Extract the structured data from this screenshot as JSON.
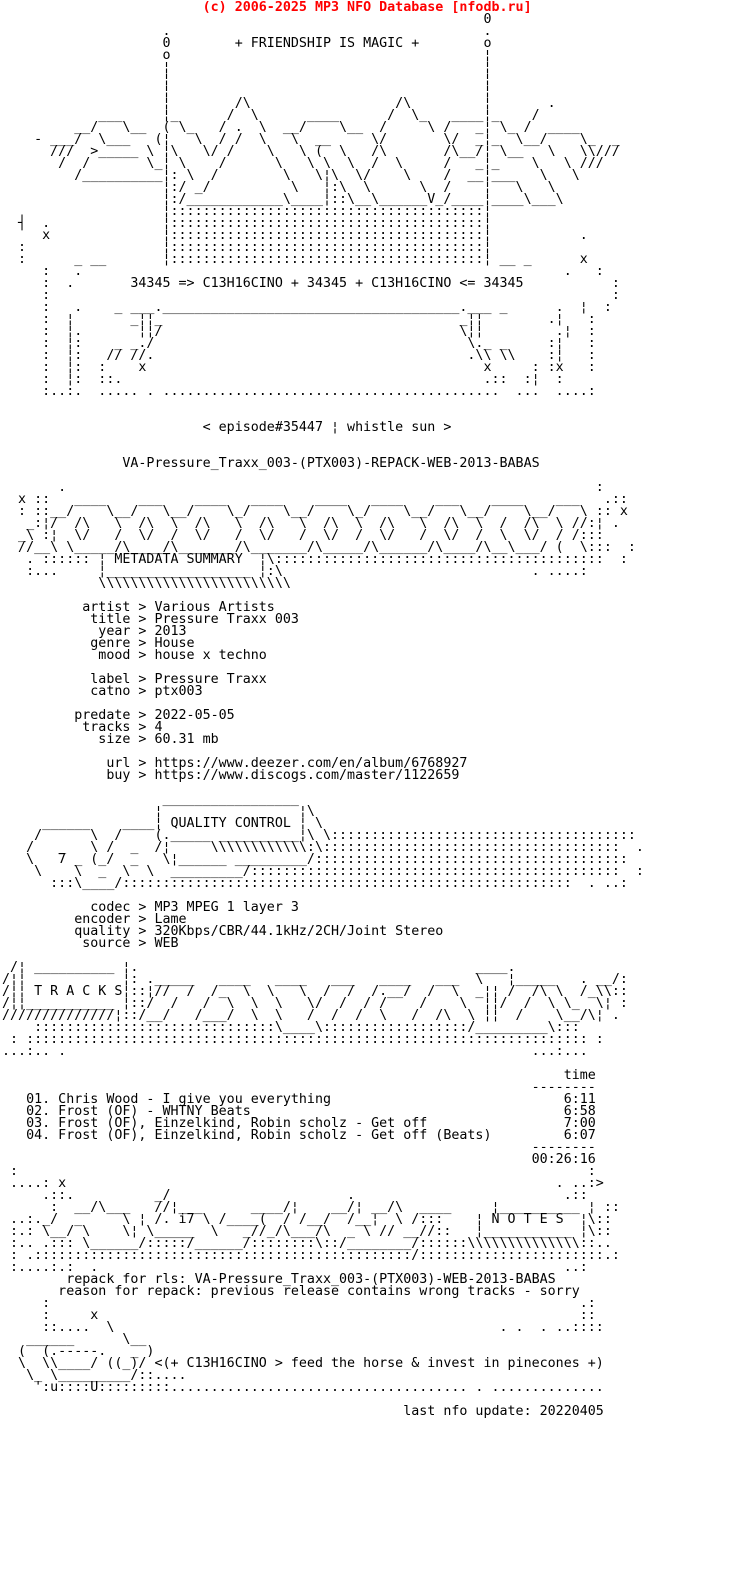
{
  "colors": {
    "banner": "#ff0000",
    "text": "#000000",
    "background": "#ffffff"
  },
  "titles": {
    "motto": "+ FRIENDSHIP IS MAGIC +",
    "chem_line": "34345 => C13H16CINO + 34345 + C13H16CINO <= 34345",
    "episode": "< episode#35447 ¦ whistle sun >",
    "release_name": "VA-Pressure_Traxx_003-(PTX003)-REPACK-WEB-2013-BABAS"
  },
  "section_titles": [
    "METADATA SUMMARY",
    "QUALITY CONTROL",
    "T R A C K S",
    "N O T E S"
  ],
  "release": {
    "artist": "Various Artists",
    "title": "Pressure Traxx 003",
    "year": "2013",
    "genre": "House",
    "mood": "house x techno",
    "label": "Pressure Traxx",
    "catno": "ptx003",
    "predate": "2022-05-05",
    "tracks": "4",
    "size": "60.31 mb",
    "url": "https://www.deezer.com/en/album/6768927",
    "buy": "https://www.discogs.com/master/1122659"
  },
  "quality": {
    "codec": "MP3 MPEG 1 layer 3",
    "encoder": "Lame",
    "quality": "320Kbps/CBR/44.1kHz/2CH/Joint Stereo",
    "source": "WEB"
  },
  "tracklist_data": {
    "time_header": "time",
    "tracks": [
      {
        "no": "01",
        "title": "Chris Wood - I give you everything",
        "time": "6:11"
      },
      {
        "no": "02",
        "title": "Frost (OF) - WHTNY Beats",
        "time": "6:58"
      },
      {
        "no": "03",
        "title": "Frost (OF), Einzelkind, Robin scholz - Get off",
        "time": "7:00"
      },
      {
        "no": "04",
        "title": "Frost (OF), Einzelkind, Robin scholz - Get off (Beats)",
        "time": "6:07"
      }
    ],
    "total_time": "00:26:16"
  },
  "notes_data": {
    "repack_for_rls": "VA-Pressure_Traxx_003-(PTX003)-WEB-2013-BABAS",
    "reason_for_repack": "previous release contains wrong tracks - sorry",
    "tagline": "<(+ C13H16CINO > feed the horse & invest in pinecones +)",
    "last_nfo_update": "20220405"
  },
  "nfo": {
    "banner": "                         (c) 2006-2025 MP3 NFO Database [nfodb.ru]",
    "balloons": [
      "                                                            0",
      "                    .                                       .",
      "                    0        + FRIENDSHIP IS MAGIC +        o",
      "                    o                                       ¦",
      "                    ¦                                       ¦",
      "                    ¦                                       ¦",
      "                    ¦                                       ¦",
      "                    ¦        /\\                  /\\         ¦       .",
      "            ___     ¦_      /  \\      ____      /  \\_   ____¦_    /",
      "         __/   \\__  ( \\_   / .  \\  __/    \\__  /     \\ /   _¦ \\_ /  ____",
      "    - ___/  \\___   (¦   \\  / /  \\   \\  __     \\/       \\/  _¦_  \\__/    \\_  _",
      "      ///  >_____ \\ ¦\\   \\/ /    \\   \\ (  \\   /\\       /\\__/¦ \\__   \\   \\\\///",
      "       /  /       \\_¦ \\    /      \\   \\ \\  \\  /  \\     /   _¦_    \\   \\ ///",
      "         /__________¦: \\  /        \\   \\¦\\  \\/    \\    /  __¦___   \\   \\",
      "                    ¦:/ _/          \\   ¦:\\  \\      \\  /    ¦   \\   \\",
      "                    ¦:/____________\\____¦::\\__\\______V_/____¦____\\___\\",
      "                    ¦:::::::::::::::::::::::::::::::::::::::¦",
      "  ┤  .              ¦:::::::::::::::::::::::::::::::::::::::¦",
      "     x              ¦:::::::::::::::::::::::::::::::::::::::¦           .",
      "  :                 ¦:::::::::::::::::::::::::::::::::::::::¦",
      "  :      _ __       ¦:::::::::::::::::::::::::::::::::::::::¦ __ _      x"
    ],
    "bridge": [
      "     :   .                                                            .   :",
      "     :  .       34345 => C13H16CINO + 34345 + C13H16CINO <= 34345           :",
      "     :                                                                      :",
      "     :   .    _ ___._____________________________________.___ _      .  ¦  :",
      "     :  ¦       _¦¦_                                     _¦¦        .¦   :",
      "     :  ¦.       ¦¦/                                     \\¦¦         .¦  :",
      "     :  ¦:    _ _./                                       \\._ _     :¦   :",
      "     :  ¦:   // //.                                       .\\\\ \\\\    :¦   :",
      "     :  ¦:  :    x                                          x     : :x   :",
      "     :  ¦:  ::.                                             .::  :¦  :",
      "     :..:.  ..... . ..........................................  ...  ....:",
      ""
    ],
    "titles_block": [
      "",
      "",
      "                         < episode#35447 ¦ whistle sun >",
      "",
      "",
      "               VA-Pressure_Traxx_003-(PTX003)-REPACK-WEB-2013-BABAS",
      "",
      ""
    ],
    "meta_header": [
      "       .                                                                  :",
      "  x ::   ____    ___    ____   ____    ____   ____    ___    ____    ___   .::",
      "  : ::__/    \\__/   \\__/    \\_/    \\__/    \\_/    \\__/   \\__/    \\__/   \\ :: x",
      "   _:¦/  /\\   \\  /\\  \\  /\\   \\  /\\   \\  /\\  \\  /\\   \\  /\\  \\  /  /\\  \\ //:¦ .",
      "  _\\ :¦  \\/   /  \\/  /  \\/   /  \\/   /  \\/  /  \\/   /  \\/  /  \\  \\/  / /:::",
      "  //__\\ \\_____/\\____/\\_______/\\_______/\\_____/\\______/\\____/\\__\\___/ (  \\:::  :",
      "   . :::::: ¦ METADATA SUMMARY  ¦\\:::::::::::::::::::::::::::::::::::::::::  :",
      "   :...     ¦__________________ ¦:\\                               . ....:",
      "            \\\\\\\\\\\\\\\\\\\\\\\\\\\\\\\\\\\\\\\\\\\\\\\\",
      ""
    ],
    "metadata": [
      "",
      "          artist > Various Artists",
      "           title > Pressure Traxx 003",
      "            year > 2013",
      "           genre > House",
      "            mood > house x techno",
      "",
      "           label > Pressure Traxx",
      "           catno > ptx003",
      "",
      "         predate > 2022-05-05",
      "          tracks > 4",
      "            size > 60.31 mb",
      "",
      "             url > https://www.deezer.com/en/album/6768927",
      "             buy > https://www.discogs.com/master/1122659",
      ""
    ],
    "qc_header": [
      "",
      "                    _________________",
      "                   ¦                 ¦\\",
      "     ______    ____¦ QUALITY CONTROL ¦ \\",
      "    /      \\  /    (._____ __________¦\\ \\::::::::::::::::::::::::::::::::::::::",
      "   /   _   \\ /  _  /¦     \\\\\\\\\\\\\\\\\\\\\\\\:\\:::::::::::::::::::::::::::::::::::::  .",
      "   \\   7 _ (_/  _   \\¦______ _________/:::::::::::::::::::::::::::::::::::::::",
      "    \\    \\  _  \\  \\  _________/::::::::::::::::::::::::::::::::::::::::::::::  :",
      "      :::\\____/::::::::::::::::::::::::::::::::::::::::::::::::::::::::  . ..:",
      ""
    ],
    "quality_block": [
      "",
      "           codec > MP3 MPEG 1 layer 3",
      "         encoder > Lame",
      "         quality > 320Kbps/CBR/44.1kHz/2CH/Joint Stereo",
      "          source > WEB",
      ""
    ],
    "tracks_header": [
      "",
      " /¦ __________ ¦.                                          ____.",
      "/¦¦            ¦: ._____   ____   ____   ___   ____   ___  \\   ¦_____   . __/:",
      "/¦¦ T R A C K S¦::¦//  /  /_  \\  \\   \\  /  /  /.__/  /  \\  _¦¦ /  /\\ \\  /_\\\\::",
      "/¦¦___________ ¦::/  /   /  \\  \\  \\   \\/  /  / /    /    \\  ¦¦/  /  \\ \\_  \\¦ :",
      "//////////////¦::/__/   /___/  \\  \\   /  /  /  \\   /  /\\  \\ ¦¦  /    \\__/\\¦ .",
      "    ::::::::::::::::::::::::::::::\\____\\::::::::::::::::::/_________\\:::",
      " : :::::::::::::::::::::::::::::::::::::::::::::::::::::::::::::::::::::: :",
      "...:.. .                                                          ...:..."
    ],
    "tracklist": [
      "",
      "                                                                      time",
      "                                                                  --------",
      "   01. Chris Wood - I give you everything                             6:11",
      "   02. Frost (OF) - WHTNY Beats                                       6:58",
      "   03. Frost (OF), Einzelkind, Robin scholz - Get off                 7:00",
      "   04. Frost (OF), Einzelkind, Robin scholz - Get off (Beats)         6:07",
      "                                                                  --------",
      "                                                                  00:26:16",
      ""
    ],
    "notes_header": [
      " :                                                                       :",
      " ....: x                                                             . ..:>",
      "     .::.          _/                      .                          .::",
      "      :  __/\\___   //¦___      ____/¦    __/¦ __/\\  ____     ¦__________ ¦ ::",
      " ..:._/  _     \\ ¦ /. i7 \\ /____(  / /__/  /__¦  \\ /:::    ¦ N O T E S  ¦\\::",
      " :.: \\__/ \\    \\¦ \\_____  \\   _//_/\\___/\\  _ \\ // __//::   ¦___________ ¦\\::",
      " :.. .::: \\______/:::::/______/::::::::\\::/________/::::::\\\\\\\\\\\\\\\\\\\\\\\\\\\\::..",
      " : .:::::::::::::::::::::::::::::::::::::::::::::::/:::::::::::::::::::::::.:",
      " :....:.:  .                                                          ..:",
      ""
    ],
    "repack_block": [
      "        repack for rls: VA-Pressure_Traxx_003-(PTX003)-WEB-2013-BABAS",
      "       reason for repack: previous release contains wrong tracks - sorry",
      ""
    ],
    "horse": [
      "     :                                                                  .:",
      "     :     x                                                            ::",
      "     ::....  \\                                                . .  . ..::::",
      "   ______      \\__",
      "  (  (.-----.   _ )",
      "  \\  \\\\____/ ((_)/ <(+ C13H16CINO > feed the horse & invest in pinecones +)",
      "   \\_ \\_________/::....",
      "    ':u::::U:::::::::..................................... . .............."
    ],
    "update_block": [
      "",
      "                                                  last nfo update: 20220405"
    ]
  }
}
